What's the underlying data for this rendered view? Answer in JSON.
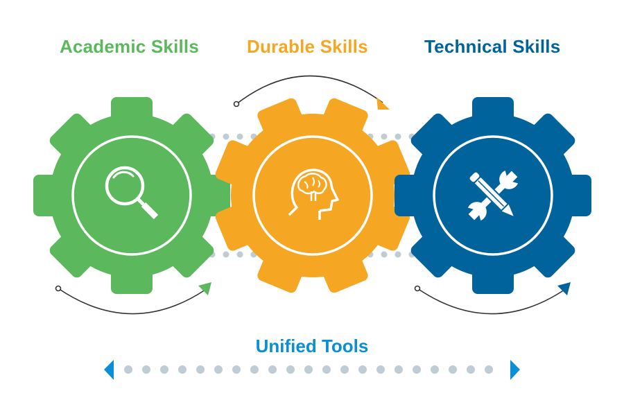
{
  "titles": {
    "academic": "Academic Skills",
    "durable": "Durable Skills",
    "technical": "Technical Skills"
  },
  "footer": {
    "label": "Unified Tools"
  },
  "gears": [
    {
      "name": "Academic Skills",
      "icon": "magnifying-glass-icon",
      "color": "#5cb85c"
    },
    {
      "name": "Durable Skills",
      "icon": "brain-head-icon",
      "color": "#f5a623"
    },
    {
      "name": "Technical Skills",
      "icon": "wrench-pencil-icon",
      "color": "#00639c"
    }
  ],
  "colors": {
    "green": "#5cb85c",
    "orange": "#f5a623",
    "blue": "#00639c",
    "unified_blue": "#0a8fd6",
    "dot_gray": "#c0ccd4",
    "arc_dark": "#333333"
  }
}
